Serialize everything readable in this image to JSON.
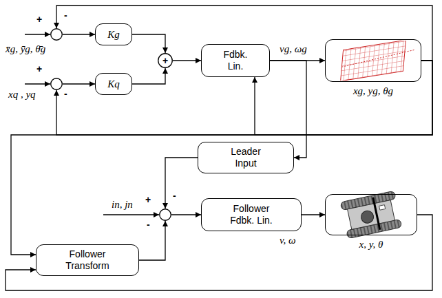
{
  "diagram": {
    "nodes": [
      {
        "text": [
          "+",
          "-"
        ]
      },
      {
        "text": [
          "Kg"
        ]
      },
      {
        "text": [
          "+",
          "-"
        ]
      },
      {
        "text": [
          "Kq"
        ]
      },
      {
        "text": [
          "+"
        ]
      },
      {
        "text": [
          "Fdbk. Lin."
        ]
      },
      {
        "text": [
          "xg, yg, θg"
        ]
      },
      {
        "text": [
          "Leader Input"
        ]
      },
      {
        "text": [
          "+",
          "-",
          "-"
        ]
      },
      {
        "text": [
          "Follower Fdbk. Lin."
        ]
      },
      {
        "text": [
          "x, y, θ"
        ]
      },
      {
        "text": [
          "Follower Transform"
        ]
      }
    ],
    "edges": [
      {
        "from": 0,
        "to": 1,
        "arrow": "to"
      },
      {
        "from": 1,
        "to": 4,
        "arrow": "to"
      },
      {
        "from": 2,
        "to": 3,
        "arrow": "to"
      },
      {
        "from": 3,
        "to": 4,
        "arrow": "to"
      },
      {
        "from": 4,
        "to": 5,
        "arrow": "to"
      },
      {
        "from": 5,
        "to": 6,
        "label": "vg, ωg",
        "arrow": "to"
      },
      {
        "from": 5,
        "to": 7,
        "arrow": "to"
      },
      {
        "from": 6,
        "to": 0,
        "arrow": "to"
      },
      {
        "from": 6,
        "to": 2,
        "arrow": "to"
      },
      {
        "from": 6,
        "to": 5,
        "arrow": "to"
      },
      {
        "from": 6,
        "to": 11,
        "arrow": "to"
      },
      {
        "from": 7,
        "to": 8,
        "arrow": "to"
      },
      {
        "from": 8,
        "to": 9,
        "arrow": "to"
      },
      {
        "from": 9,
        "to": 10,
        "label": "v, ω",
        "arrow": "to"
      },
      {
        "from": 10,
        "to": 11,
        "arrow": "to"
      },
      {
        "from": 11,
        "to": 8,
        "arrow": "to"
      }
    ],
    "labels": [
      "x̄g, ȳg, θ̄g",
      "xq , yq",
      "in, jn"
    ]
  }
}
